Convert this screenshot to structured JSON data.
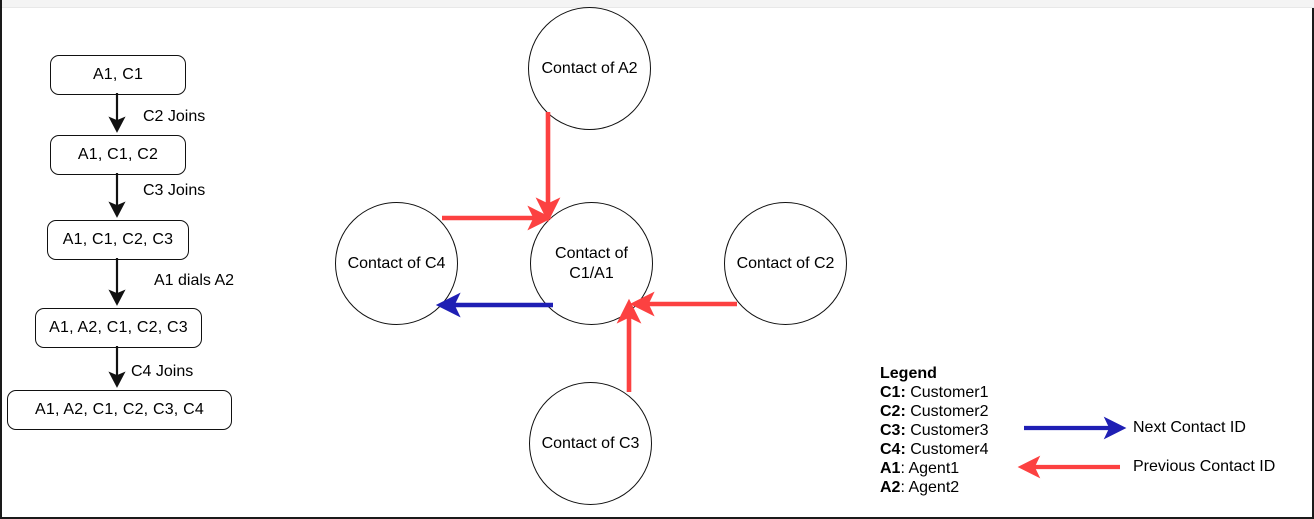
{
  "diagram": {
    "flow": {
      "boxes": [
        {
          "label": "A1, C1"
        },
        {
          "label": "A1, C1, C2"
        },
        {
          "label": "A1, C1, C2, C3"
        },
        {
          "label": "A1, A2, C1, C2, C3"
        },
        {
          "label": "A1, A2, C1, C2, C3, C4"
        }
      ],
      "transitions": [
        {
          "label": "C2 Joins"
        },
        {
          "label": "C3 Joins"
        },
        {
          "label": "A1 dials A2"
        },
        {
          "label": "C4 Joins"
        }
      ]
    },
    "graph": {
      "nodes": [
        {
          "id": "a2",
          "label": "Contact of A2"
        },
        {
          "id": "c4",
          "label": "Contact of C4"
        },
        {
          "id": "center",
          "label": "Contact of\nC1/A1"
        },
        {
          "id": "c2",
          "label": "Contact of C2"
        },
        {
          "id": "c3",
          "label": "Contact of C3"
        }
      ],
      "edges": [
        {
          "from": "a2",
          "to": "center",
          "kind": "previous"
        },
        {
          "from": "c4",
          "to": "center",
          "kind": "previous"
        },
        {
          "from": "c2",
          "to": "center",
          "kind": "previous"
        },
        {
          "from": "c3",
          "to": "center",
          "kind": "previous"
        },
        {
          "from": "center",
          "to": "c4",
          "kind": "next"
        }
      ]
    },
    "legend": {
      "title": "Legend",
      "entries": [
        {
          "key": "C1:",
          "value": " Customer1"
        },
        {
          "key": "C2:",
          "value": " Customer2"
        },
        {
          "key": "C3:",
          "value": " Customer3"
        },
        {
          "key": "C4:",
          "value": " Customer4"
        },
        {
          "key": "A1",
          "value": ": Agent1"
        },
        {
          "key": "A2",
          "value": ": Agent2"
        }
      ],
      "arrows": [
        {
          "label": "Next Contact ID",
          "color": "#1f1fb4",
          "direction": "right"
        },
        {
          "label": "Previous Contact ID",
          "color": "#fc4141",
          "direction": "left"
        }
      ]
    },
    "colors": {
      "next": "#1f1fb4",
      "previous": "#fc4141",
      "stroke": "#111111"
    }
  }
}
